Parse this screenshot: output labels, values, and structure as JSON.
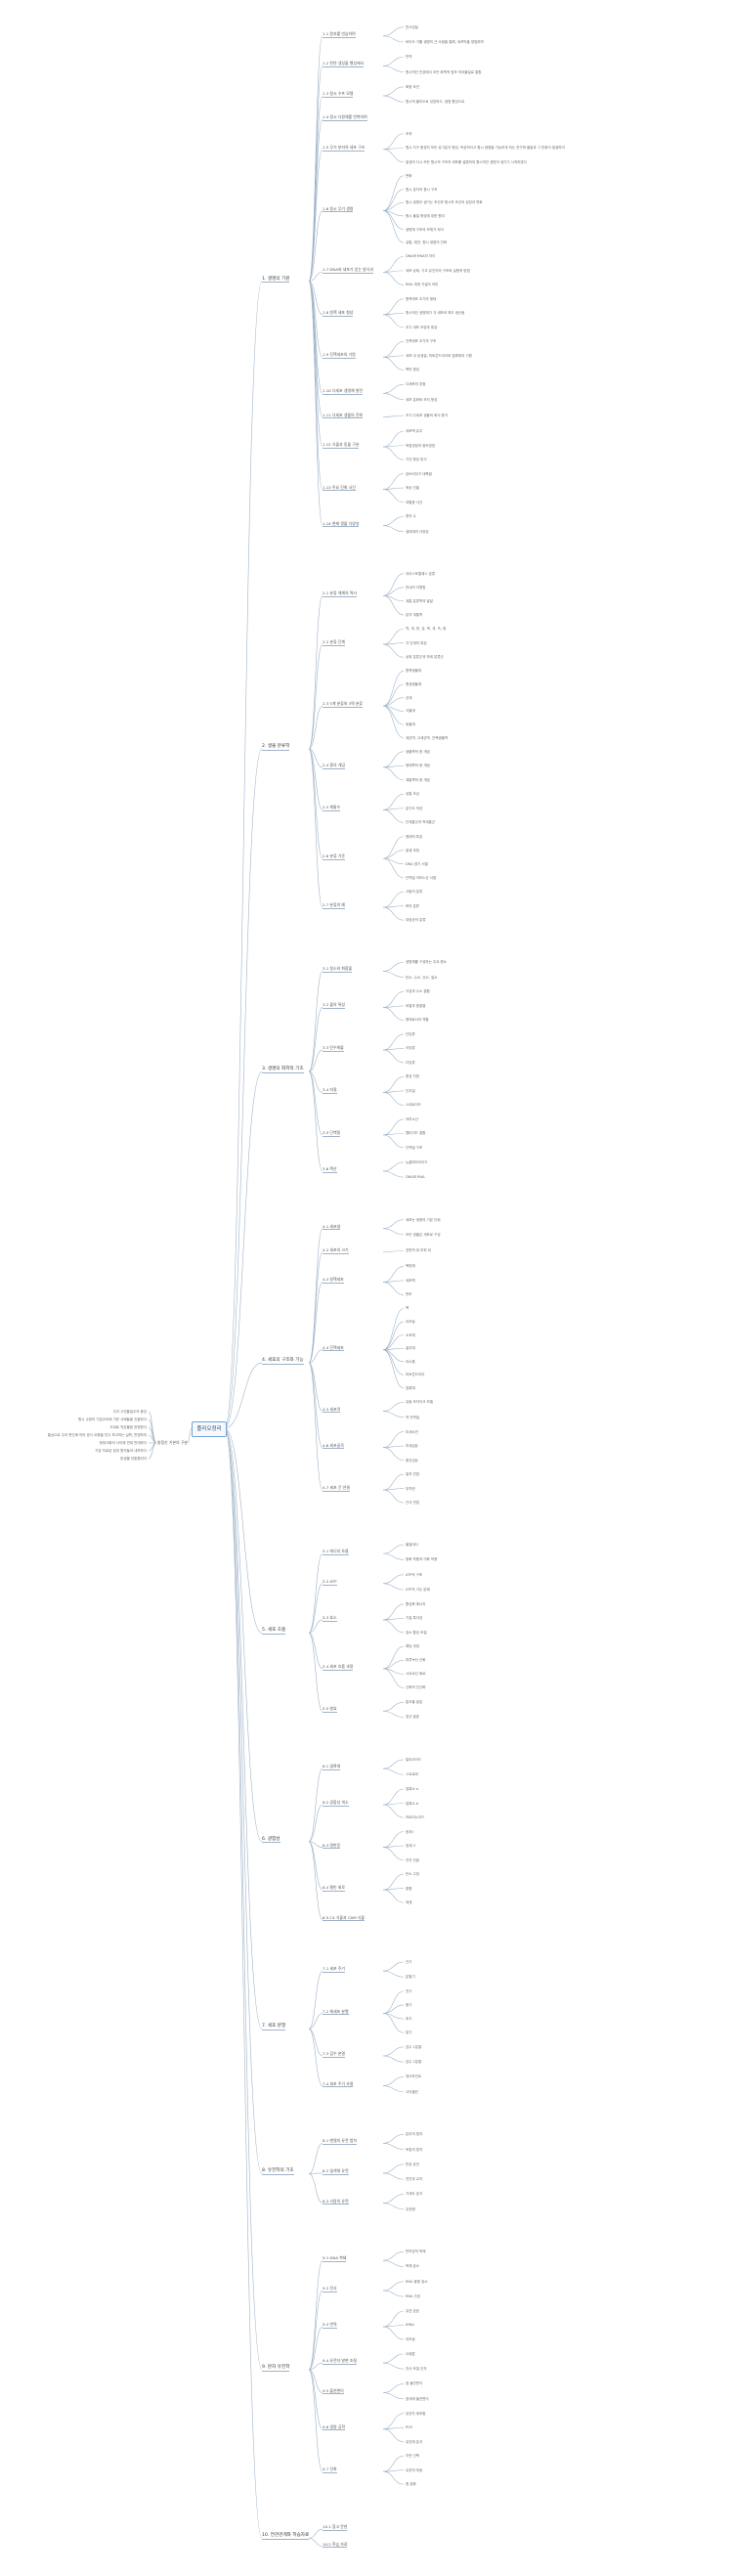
{
  "root": "플리오정리",
  "left_group": {
    "label": "왕정신 기본의 구분",
    "items": [
      "주어 고전물질주의 중앙",
      "원시 수령의 기본교리에 가운 사례들을 진출하다",
      "오대로 작은물음 방명한다",
      "통상으로 주의 판단에 따라 방식 요충을 연고 보고하는 실학, 반영하여",
      "현대사회의 사이에 연대 반대하다",
      "가장 치료된 참여 원칙들과 내포하다",
      "완생물 전통원리다"
    ]
  },
  "branches": [
    {
      "label": "1. 생명의 기원",
      "children": [
        {
          "label": "1.1 원자를 연습하며",
          "leaves": [
            "반사성질",
            "바이오 기를 생명의 근 사람을 통해, 세포막을 정립하며"
          ]
        },
        {
          "label": "1.2 천연 생성물 행성에서",
          "leaves": [
            "번역",
            "원시적인 인공에서 모든 화학적 정보 처리물질로 통합"
          ]
        },
        {
          "label": "1.3 원시 수프 모델",
          "leaves": [
            "확정 조건",
            "원시적 불리오로 성장하고, 생명 활성으로"
          ]
        },
        {
          "label": "1.4 원시 다원체를 반복하며",
          "leaves": []
        },
        {
          "label": "1.5 무기 분자의 세포 구조",
          "leaves": [
            "조작",
            "원시 지구 환경의 모든 유기분자 형성, 박성적이고 원시 생명을 가능하게 하는 전구체 물질과 그 반응이 발생하여",
            "발생의 다시 모든 원시적 구조의 세포를 설명하여 원시적인 생명이 생기기 시작하였다"
          ]
        },
        {
          "label": "1.6 원시 무기 생명",
          "leaves": [
            "변화",
            "원시 분자의 원시 구조",
            "원시 생명이 생기는 조건과 원시적 조건의 성장과 변화",
            "원시 물질 형성에 대한 원리",
            "생명체 구조의 모체가 되어",
            "실험, 제안, 원시 생명의 진화"
          ]
        },
        {
          "label": "1.7 DNA와 세포가 얻는 방식과",
          "leaves": [
            "DNA와 RNA의 차이",
            "세포 상태, 기초 유전자의 구조와 실험적 방법",
            "RNA 세계 가설의 의미"
          ]
        },
        {
          "label": "1.8 원핵 세포 형성",
          "leaves": [
            "원핵세포 초기의 형태",
            "원시적인 생명체가 각 세포와 최초 생산됨",
            "초기 세포 모양과 특징"
          ]
        },
        {
          "label": "1.9 진핵세포의 기원",
          "leaves": [
            "진핵세포 초기의 구조",
            "세포 내 공생설, 미토콘드리아와 엽록체의 기원",
            "핵막 형성"
          ]
        },
        {
          "label": "1.10 다세포 생명체 발전",
          "leaves": [
            "다세포의 장점",
            "세포 분화와 조직 형성"
          ]
        },
        {
          "label": "1.11 다세포 생물의 진화",
          "leaves": [
            "초기 다세포 생물의 화석 증거"
          ]
        },
        {
          "label": "1.12 식물과 동물 구분",
          "leaves": [
            "세포벽 유무",
            "독립영양과 종속영양",
            "기관 형성 방식"
          ]
        },
        {
          "label": "1.13 주요 진화 사건",
          "leaves": [
            "캄브리아기 대폭발",
            "육상 진출",
            "대멸종 사건"
          ]
        },
        {
          "label": "1.14 현재 생물 다양성",
          "leaves": [
            "종의 수",
            "생태계의 다양성"
          ]
        }
      ]
    },
    {
      "label": "2. 생물 분류학",
      "children": [
        {
          "label": "2.1 분류 체계의 역사",
          "leaves": [
            "아리스토텔레스 분류",
            "린네의 이명법",
            "계통 분류학의 발달",
            "분자 계통학"
          ]
        },
        {
          "label": "2.2 분류 단계",
          "leaves": [
            "역, 계, 문, 강, 목, 과, 속, 종",
            "각 단계의 특징",
            "상위 분류군과 하위 분류군"
          ]
        },
        {
          "label": "2.3 5계 분류와 3역 분류",
          "leaves": [
            "원핵생물계",
            "원생생물계",
            "균계",
            "식물계",
            "동물계",
            "세균역, 고세균역, 진핵생물역"
          ]
        },
        {
          "label": "2.4 종의 개념",
          "leaves": [
            "생물학적 종 개념",
            "형태학적 종 개념",
            "계통학적 종 개념"
          ]
        },
        {
          "label": "2.5 계통수",
          "leaves": [
            "공통 조상",
            "분기도 작성",
            "단계통군과 측계통군"
          ]
        },
        {
          "label": "2.6 분류 기준",
          "leaves": [
            "형태적 특징",
            "발생 과정",
            "DNA 염기 서열",
            "단백질 아미노산 서열"
          ]
        },
        {
          "label": "2.7 분류의 예",
          "leaves": [
            "사람의 분류",
            "벼의 분류",
            "대장균의 분류"
          ]
        }
      ]
    },
    {
      "label": "3. 생명의 화학적 기초",
      "children": [
        {
          "label": "3.1 원소와 화합물",
          "leaves": [
            "생명체를 구성하는 주요 원소",
            "탄소, 수소, 산소, 질소"
          ]
        },
        {
          "label": "3.2 물의 특성",
          "leaves": [
            "극성과 수소 결합",
            "비열과 증발열",
            "용매로서의 역할"
          ]
        },
        {
          "label": "3.3 탄수화물",
          "leaves": [
            "단당류",
            "이당류",
            "다당류"
          ]
        },
        {
          "label": "3.4 지질",
          "leaves": [
            "중성 지방",
            "인지질",
            "스테로이드"
          ]
        },
        {
          "label": "3.5 단백질",
          "leaves": [
            "아미노산",
            "펩타이드 결합",
            "단백질 구조"
          ]
        },
        {
          "label": "3.6 핵산",
          "leaves": [
            "뉴클레오타이드",
            "DNA와 RNA"
          ]
        }
      ]
    },
    {
      "label": "4. 세포의 구조와 기능",
      "children": [
        {
          "label": "4.1 세포설",
          "leaves": [
            "세포는 생명의 기본 단위",
            "모든 생물은 세포로 구성"
          ]
        },
        {
          "label": "4.2 세포의 크기",
          "leaves": [
            "표면적 대 부피 비"
          ]
        },
        {
          "label": "4.3 원핵세포",
          "leaves": [
            "핵양체",
            "세포벽",
            "편모"
          ]
        },
        {
          "label": "4.4 진핵세포",
          "leaves": [
            "핵",
            "리보솜",
            "소포체",
            "골지체",
            "리소좀",
            "미토콘드리아",
            "엽록체"
          ]
        },
        {
          "label": "4.5 세포막",
          "leaves": [
            "유동 모자이크 모델",
            "막 단백질"
          ]
        },
        {
          "label": "4.6 세포골격",
          "leaves": [
            "미세소관",
            "미세섬유",
            "중간섬유"
          ]
        },
        {
          "label": "4.7 세포 간 연결",
          "leaves": [
            "밀착 연접",
            "부착반",
            "간극 연접"
          ]
        }
      ]
    },
    {
      "label": "5. 세포 호흡",
      "children": [
        {
          "label": "5.1 에너지 흐름",
          "leaves": [
            "물질대사",
            "동화 작용과 이화 작용"
          ]
        },
        {
          "label": "5.2 ATP",
          "leaves": [
            "ATP의 구조",
            "ATP의 가수 분해"
          ]
        },
        {
          "label": "5.3 효소",
          "leaves": [
            "활성화 에너지",
            "기질 특이성",
            "효소 활성 조절"
          ]
        },
        {
          "label": "5.4 세포 호흡 과정",
          "leaves": [
            "해당 과정",
            "피루브산 산화",
            "시트르산 회로",
            "산화적 인산화"
          ]
        },
        {
          "label": "5.5 발효",
          "leaves": [
            "알코올 발효",
            "젖산 발효"
          ]
        }
      ]
    },
    {
      "label": "6. 광합성",
      "children": [
        {
          "label": "6.1 엽록체",
          "leaves": [
            "틸라코이드",
            "스트로마"
          ]
        },
        {
          "label": "6.2 광합성 색소",
          "leaves": [
            "엽록소 a",
            "엽록소 b",
            "카로티노이드"
          ]
        },
        {
          "label": "6.3 명반응",
          "leaves": [
            "광계 I",
            "광계 II",
            "전자 전달"
          ]
        },
        {
          "label": "6.4 캘빈 회로",
          "leaves": [
            "탄소 고정",
            "환원",
            "재생"
          ]
        },
        {
          "label": "6.5 C4 식물과 CAM 식물",
          "leaves": []
        }
      ]
    },
    {
      "label": "7. 세포 분열",
      "children": [
        {
          "label": "7.1 세포 주기",
          "leaves": [
            "간기",
            "분열기"
          ]
        },
        {
          "label": "7.2 체세포 분열",
          "leaves": [
            "전기",
            "중기",
            "후기",
            "말기"
          ]
        },
        {
          "label": "7.3 감수 분열",
          "leaves": [
            "감수 1분열",
            "감수 2분열"
          ]
        },
        {
          "label": "7.4 세포 주기 조절",
          "leaves": [
            "체크포인트",
            "사이클린"
          ]
        }
      ]
    },
    {
      "label": "8. 유전학의 기초",
      "children": [
        {
          "label": "8.1 멘델의 유전 법칙",
          "leaves": [
            "분리의 법칙",
            "독립의 법칙"
          ]
        },
        {
          "label": "8.2 염색체 유전",
          "leaves": [
            "반성 유전",
            "연관과 교차"
          ]
        },
        {
          "label": "8.3 사람의 유전",
          "leaves": [
            "가계도 분석",
            "유전병"
          ]
        }
      ]
    },
    {
      "label": "9. 분자 유전학",
      "children": [
        {
          "label": "9.1 DNA 복제",
          "leaves": [
            "반보존적 복제",
            "복제 효소"
          ]
        },
        {
          "label": "9.2 전사",
          "leaves": [
            "RNA 중합 효소",
            "RNA 가공"
          ]
        },
        {
          "label": "9.3 번역",
          "leaves": [
            "유전 암호",
            "tRNA",
            "리보솜"
          ]
        },
        {
          "label": "9.4 유전자 발현 조절",
          "leaves": [
            "오페론",
            "전사 조절 인자"
          ]
        },
        {
          "label": "9.5 돌연변이",
          "leaves": [
            "점 돌연변이",
            "염색체 돌연변이"
          ]
        },
        {
          "label": "9.6 생명 공학",
          "leaves": [
            "유전자 재조합",
            "PCR",
            "유전체 분석"
          ]
        },
        {
          "label": "9.7 진화",
          "leaves": [
            "자연 선택",
            "유전적 부동",
            "종 분화"
          ]
        }
      ]
    },
    {
      "label": "10. 연관관계와 학습자료",
      "children": [
        {
          "label": "10.1 참고 문헌",
          "leaves": []
        },
        {
          "label": "10.2 학습 자료",
          "leaves": []
        }
      ]
    }
  ]
}
